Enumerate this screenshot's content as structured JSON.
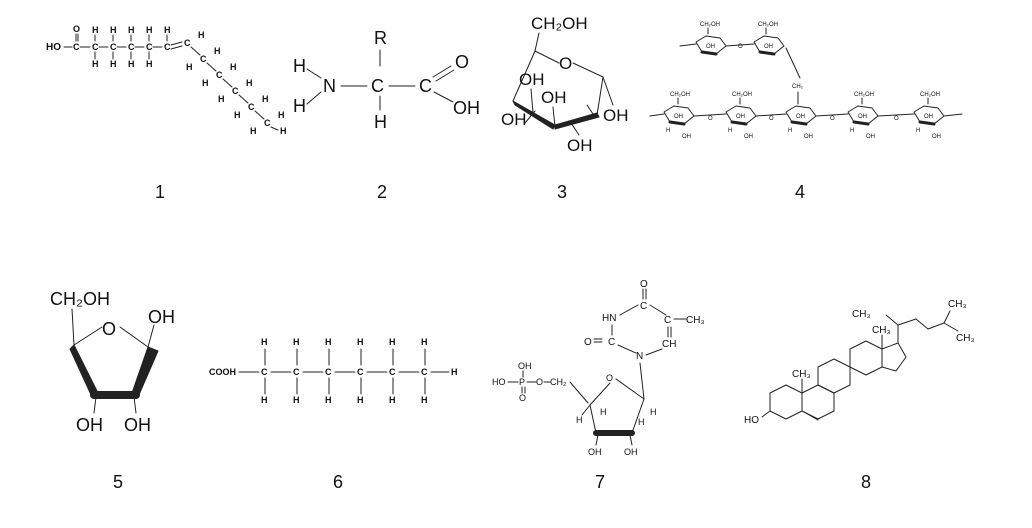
{
  "labels": [
    "1",
    "2",
    "3",
    "4",
    "5",
    "6",
    "7",
    "8"
  ],
  "s1": {
    "ho": "HO",
    "c": "C",
    "o": "O",
    "h": "H"
  },
  "s2": {
    "r": "R",
    "h": "H",
    "n": "N",
    "c": "C",
    "o": "O",
    "oh": "OH"
  },
  "s3": {
    "ch2oh": "CH₂OH",
    "oh": "OH"
  },
  "s4": {
    "ch2oh": "CH₂OH",
    "ch2": "CH₂",
    "oh": "OH",
    "h": "H",
    "o": "O"
  },
  "s5": {
    "ch2oh": "CH₂OH",
    "oh": "OH",
    "o": "O"
  },
  "s6": {
    "cooh": "COOH",
    "c": "C",
    "h": "H"
  },
  "s7": {
    "o": "O",
    "hn": "HN",
    "c": "C",
    "ch3": "CH₃",
    "ch": "CH",
    "n": "N",
    "oh": "OH",
    "ho": "HO",
    "p": "P",
    "ch2": "CH₂",
    "h": "H"
  },
  "s8": {
    "ch3": "CH₃",
    "ho": "HO"
  }
}
